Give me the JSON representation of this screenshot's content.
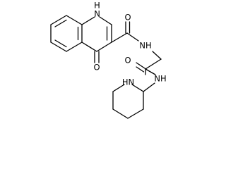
{
  "molecule": {
    "atom_labels": {
      "ring_nh": "H",
      "ring_n": "N",
      "keto_o": "O",
      "amide1_o": "O",
      "amide1_nh": "NH",
      "amide2_o": "O",
      "amide2_nh": "NH",
      "pip_nh": "HN"
    },
    "colors": {
      "bond": "#000000",
      "text": "#000000",
      "background": "#ffffff"
    }
  }
}
